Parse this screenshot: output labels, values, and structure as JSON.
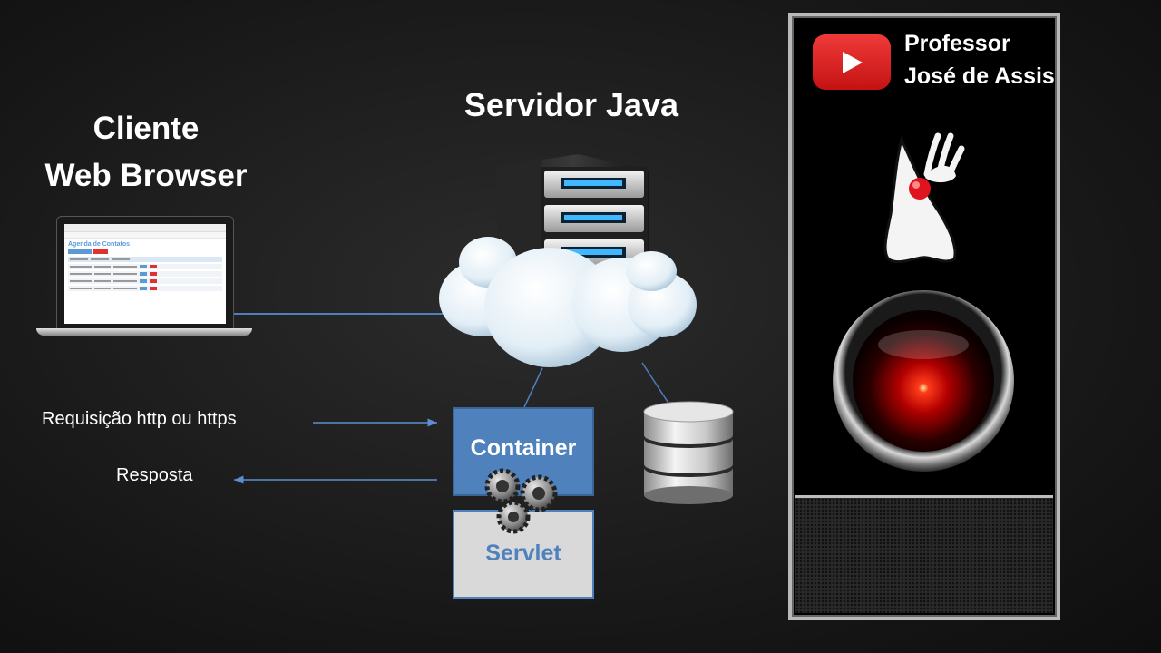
{
  "client": {
    "title_line1": "Cliente",
    "title_line2": "Web Browser",
    "screen_title": "Agenda de Contatos"
  },
  "server": {
    "title": "Servidor Java"
  },
  "flow": {
    "request_label": "Requisição http ou https",
    "response_label": "Resposta"
  },
  "components": {
    "container_label": "Container",
    "servlet_label": "Servlet"
  },
  "channel": {
    "name_line1": "Professor",
    "name_line2": "José de Assis"
  },
  "colors": {
    "line_blue": "#5b8fd1",
    "container_fill": "#4f81bd",
    "servlet_fill": "#d9d9d9",
    "youtube_red": "#e02020",
    "eye_red": "#ff1a1a"
  },
  "icons": [
    "laptop-icon",
    "server-rack-icon",
    "cloud-icon",
    "gears-icon",
    "database-icon",
    "youtube-icon",
    "duke-mascot-icon",
    "hal-eye-icon"
  ]
}
